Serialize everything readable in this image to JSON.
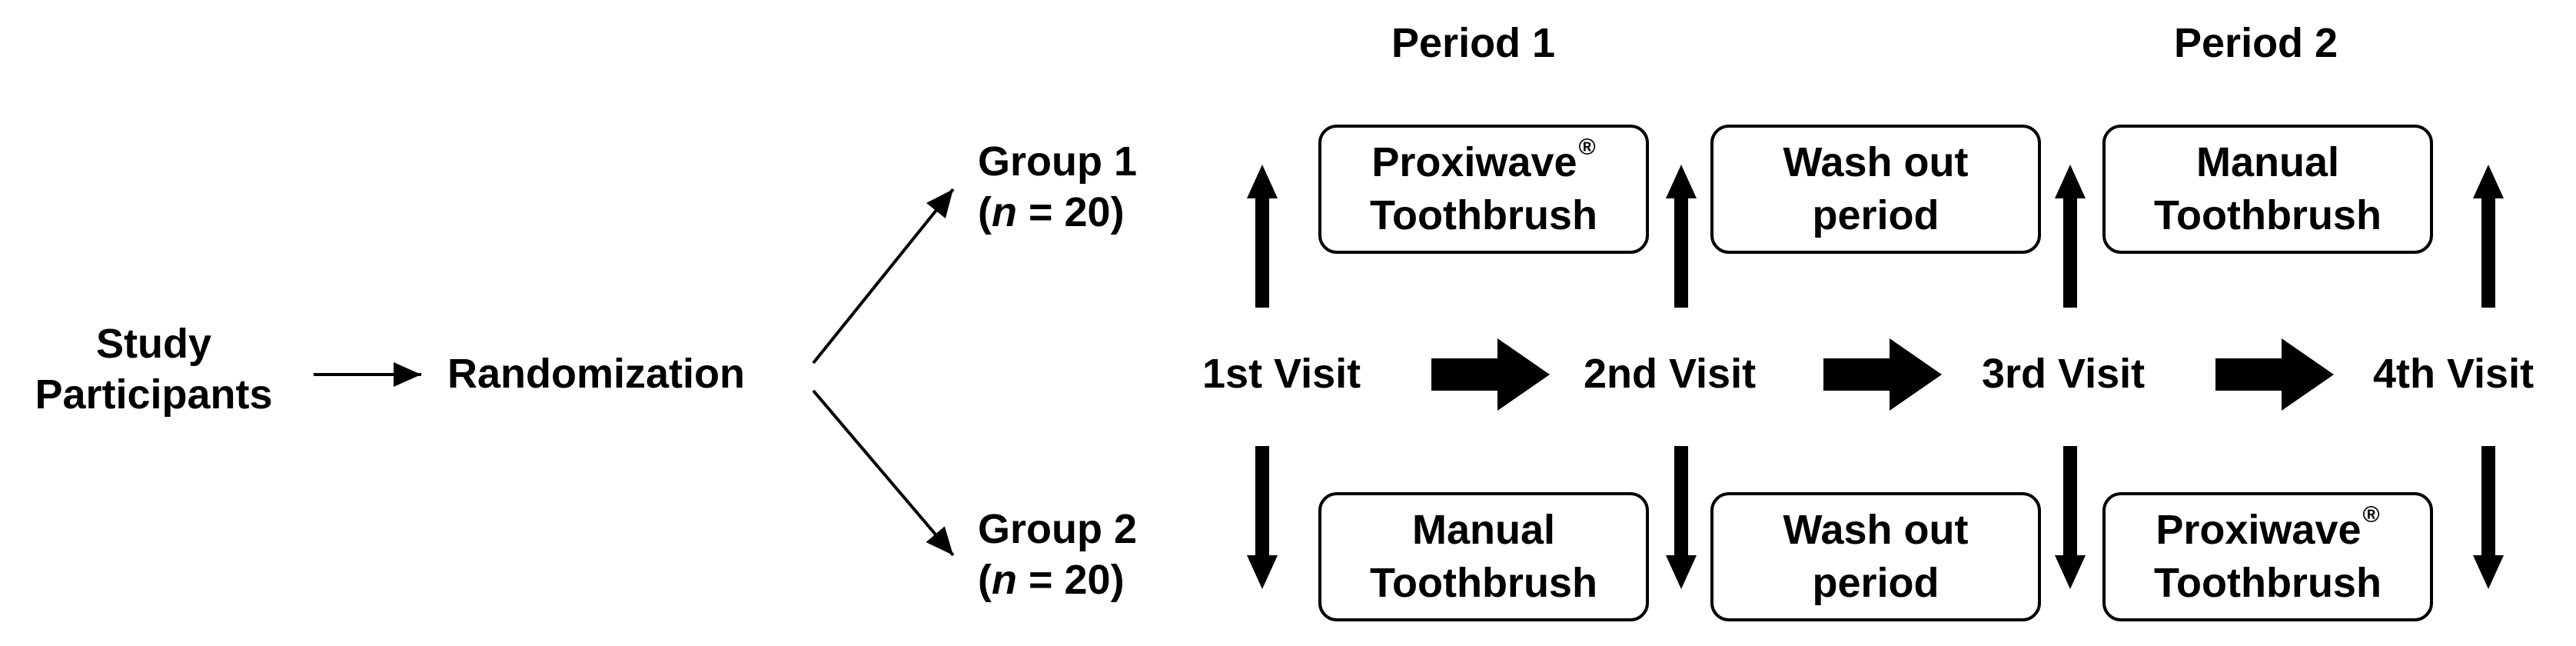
{
  "periods": {
    "p1": "Period 1",
    "p2": "Period 2"
  },
  "participants": {
    "line1": "Study",
    "line2": "Participants"
  },
  "randomization": "Randomization",
  "groups": {
    "g1": {
      "name": "Group 1",
      "n_open": "(",
      "n_var": "n",
      "n_rest": " = 20)"
    },
    "g2": {
      "name": "Group 2",
      "n_open": "(",
      "n_var": "n",
      "n_rest": " = 20)"
    }
  },
  "visits": [
    "1st Visit",
    "2nd Visit",
    "3rd Visit",
    "4th Visit"
  ],
  "top_boxes": [
    {
      "line1": "Proxiwave",
      "reg": "®",
      "line2": "Toothbrush"
    },
    {
      "line1": "Wash out",
      "line2": "period"
    },
    {
      "line1": "Manual",
      "line2": "Toothbrush"
    }
  ],
  "bottom_boxes": [
    {
      "line1": "Manual",
      "line2": "Toothbrush"
    },
    {
      "line1": "Wash out",
      "line2": "period"
    },
    {
      "line1": "Proxiwave",
      "reg": "®",
      "line2": "Toothbrush"
    }
  ]
}
